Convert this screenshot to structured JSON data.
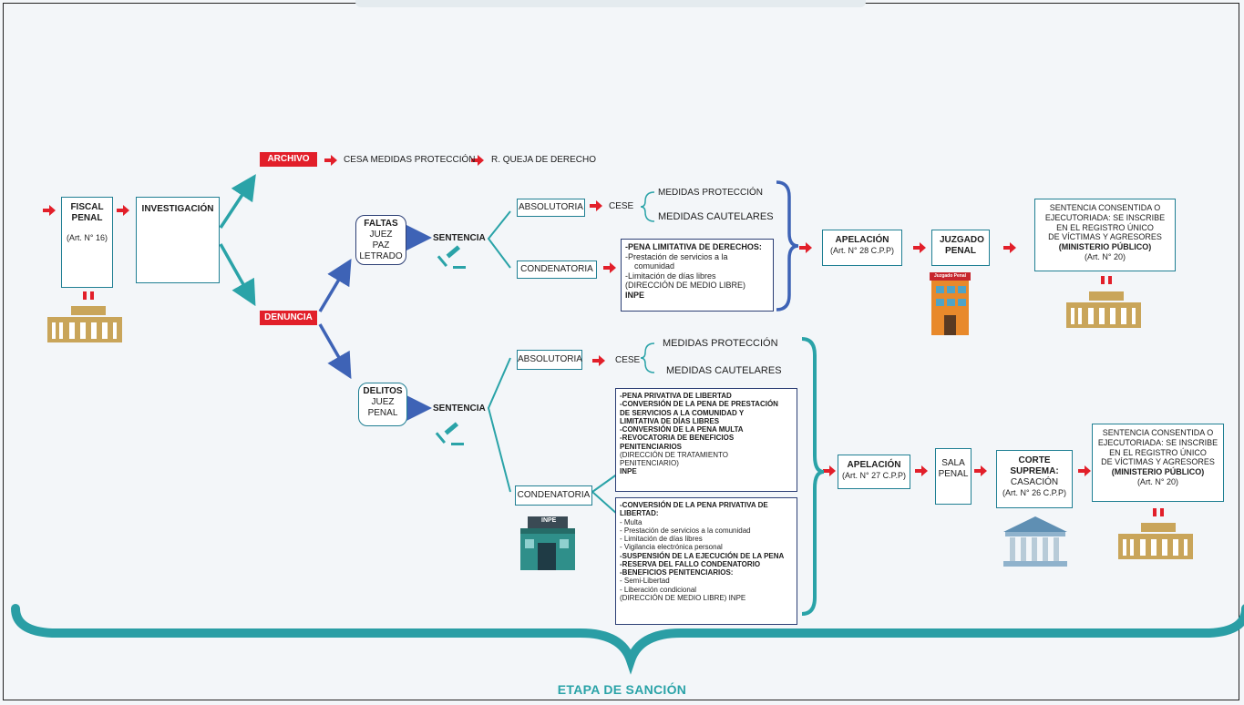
{
  "fiscal": {
    "title": "FISCAL PENAL",
    "article": "(Art. N° 16)"
  },
  "investigacion": {
    "title": "INVESTIGACIÓN"
  },
  "archivo": {
    "tag": "ARCHIVO",
    "cesa": "CESA MEDIDAS PROTECCIÓN",
    "queja": "R. QUEJA DE DERECHO"
  },
  "denuncia": {
    "tag": "DENUNCIA"
  },
  "faltas": {
    "box": [
      "FALTAS",
      "JUEZ",
      "PAZ",
      "LETRADO"
    ],
    "sentencia": "SENTENCIA",
    "absolutoria": "ABSOLUTORIA",
    "cese": "CESE",
    "medidas_proteccion": "MEDIDAS PROTECCIÓN",
    "medidas_cautelares": "MEDIDAS CAUTELARES",
    "condenatoria": "CONDENATORIA",
    "pena_lines": [
      "-PENA LIMITATIVA DE DERECHOS:",
      "-Prestación de servicios a la",
      "comunidad",
      "-Limitación de días libres",
      "(DIRECCIÓN DE MEDIO LIBRE)",
      "INPE"
    ],
    "apelacion": "APELACIÓN",
    "apelacion_art": "(Art. N° 28 C.P.P)",
    "juzgado": "JUZGADO PENAL",
    "juzgado_sign": "Juzgado Penal",
    "result": [
      "SENTENCIA CONSENTIDA O",
      "EJECUTORIADA: SE INSCRIBE",
      "EN EL REGISTRO ÚNICO",
      "DE VÍCTIMAS Y AGRESORES",
      "(MINISTERIO PÚBLICO)",
      "(Art. N° 20)"
    ]
  },
  "delitos": {
    "box": [
      "DELITOS",
      "JUEZ",
      "PENAL"
    ],
    "sentencia": "SENTENCIA",
    "absolutoria": "ABSOLUTORIA",
    "cese": "CESE",
    "medidas_proteccion": "MEDIDAS PROTECCIÓN",
    "medidas_cautelares": "MEDIDAS CAUTELARES",
    "condenatoria": "CONDENATORIA",
    "inpe_sign": "INPE",
    "pena1_lines": [
      "-PENA PRIVATIVA DE LIBERTAD",
      "-CONVERSIÓN DE LA PENA DE PRESTACIÓN",
      "DE SERVICIOS A LA COMUNIDAD Y",
      "LIMITATIVA DE DÍAS LIBRES",
      "-CONVERSIÓN DE LA PENA MULTA",
      "-REVOCATORIA DE BENEFICIOS",
      "PENITENCIARIOS",
      "(DIRECCIÓN DE TRATAMIENTO",
      "PENITENCIARIO)",
      "INPE"
    ],
    "pena2_lines": [
      "-CONVERSIÓN DE LA PENA PRIVATIVA DE",
      "LIBERTAD:",
      "- Multa",
      "- Prestación de servicios a la comunidad",
      "- Limitación de días libres",
      "- Vigilancia electrónica personal",
      "-SUSPENSIÓN DE LA EJECUCIÓN DE LA PENA",
      "-RESERVA DEL FALLO CONDENATORIO",
      "-BENEFICIOS PENITENCIARIOS:",
      "- Semi-Libertad",
      "- Liberación condicional",
      "(DIRECCIÓN DE MEDIO LIBRE) INPE"
    ],
    "apelacion": "APELACIÓN",
    "apelacion_art": "(Art. N° 27 C.P.P)",
    "sala": [
      "SALA",
      "PENAL"
    ],
    "corte": [
      "CORTE",
      "SUPREMA:",
      "CASACIÓN",
      "(Art. N° 26 C.P.P)"
    ],
    "result": [
      "SENTENCIA CONSENTIDA O",
      "EJECUTORIADA: SE INSCRIBE",
      "EN EL REGISTRO ÚNICO",
      "DE VÍCTIMAS Y AGRESORES",
      "(MINISTERIO PÚBLICO)",
      "(Art. N° 20)"
    ]
  },
  "footer": "ETAPA DE SANCIÓN",
  "colors": {
    "teal": "#2aa3a8",
    "box_border": "#1f7f93",
    "navy": "#2c3f75",
    "red": "#e21f2a",
    "tan": "#c9a55a"
  },
  "icons": [
    "magnifier-icon",
    "gavel-icon",
    "ministry-building-icon",
    "court-building-icon",
    "inpe-building-icon",
    "supreme-court-icon"
  ]
}
